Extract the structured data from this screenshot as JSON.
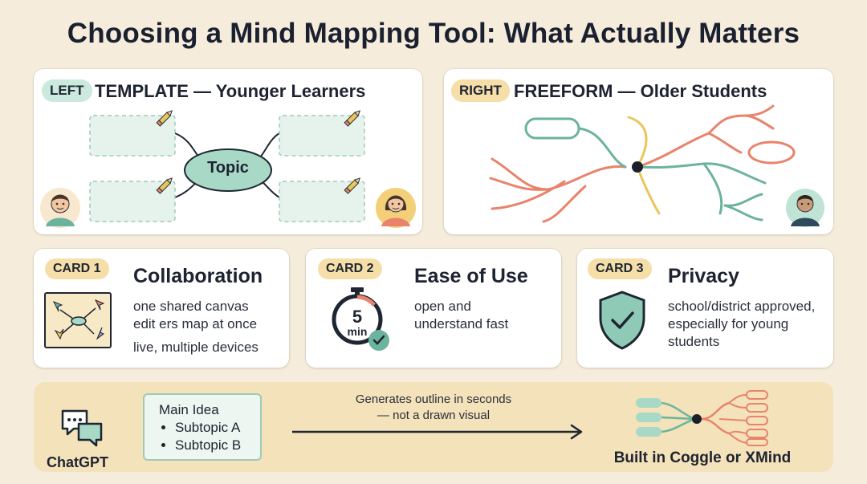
{
  "title": "Choosing a Mind Mapping Tool: What Actually Matters",
  "left_panel": {
    "tag": "LEFT",
    "heading": "TEMPLATE — Younger Learners",
    "center_node": "Topic"
  },
  "right_panel": {
    "tag": "RIGHT",
    "heading": "FREEFORM — Older Students"
  },
  "cards": [
    {
      "tag": "CARD 1",
      "title": "Collaboration",
      "lines": [
        "one shared canvas",
        "edit ers map at once",
        "live, multiple devices"
      ]
    },
    {
      "tag": "CARD 2",
      "title": "Ease of Use",
      "lines": [
        "open and",
        "understand fast"
      ],
      "timer_value": "5",
      "timer_unit": "min"
    },
    {
      "tag": "CARD 3",
      "title": "Privacy",
      "lines": [
        "school/district approved,",
        "especially for young",
        "students"
      ]
    }
  ],
  "bottom": {
    "source_label": "ChatGPT",
    "outline_title": "Main Idea",
    "outline_items": [
      "Subtopic A",
      "Subtopic B"
    ],
    "arrow_caption_1": "Generates outline in seconds",
    "arrow_caption_2": "— not a drawn visual",
    "result_label": "Built in Coggle or XMind"
  },
  "colors": {
    "background": "#f6ecdb",
    "teal": "#6cb39e",
    "coral": "#e9836b",
    "yellow": "#e9c65a",
    "tag_teal": "#cbe9dd",
    "tag_yellow": "#f5dea8"
  }
}
